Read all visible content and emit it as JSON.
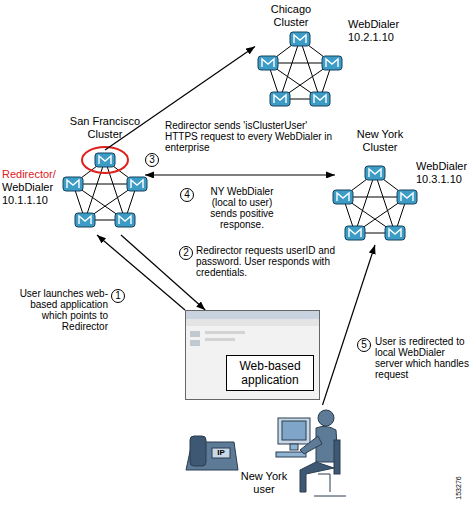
{
  "diagram": {
    "nodes": [
      {
        "text": [
          "Chicago Cluster",
          "WebDialer 10.2.1.10"
        ]
      },
      {
        "text": [
          "San Francisco Cluster",
          "Redirector/",
          "WebDialer 10.1.1.10"
        ]
      },
      {
        "text": [
          "New York Cluster",
          "WebDialer 10.3.1.10"
        ]
      },
      {
        "text": [
          "Web-based application"
        ]
      },
      {
        "text": [
          "New York user"
        ]
      }
    ],
    "edges": [
      {
        "from": 1,
        "to": 0,
        "arrow": "to"
      },
      {
        "from": 1,
        "to": 2,
        "arrow": "both"
      },
      {
        "from": 3,
        "to": 1,
        "arrow": "to"
      },
      {
        "from": 1,
        "to": 3,
        "arrow": "to"
      },
      {
        "from": 4,
        "to": 2,
        "arrow": "to"
      }
    ],
    "labels": [
      "3",
      "Redirector sends 'isClusterUser' HTTPS request to every WebDialer in enterprise",
      "4",
      "NY WebDialer (local to user) sends positive response.",
      "2",
      "Redirector requests userID and password. User responds with credentials.",
      "1",
      "User launches web-based application which points to Redirector",
      "5",
      "User is redirected to local WebDialer server which handles request",
      "IP",
      "153276"
    ]
  }
}
